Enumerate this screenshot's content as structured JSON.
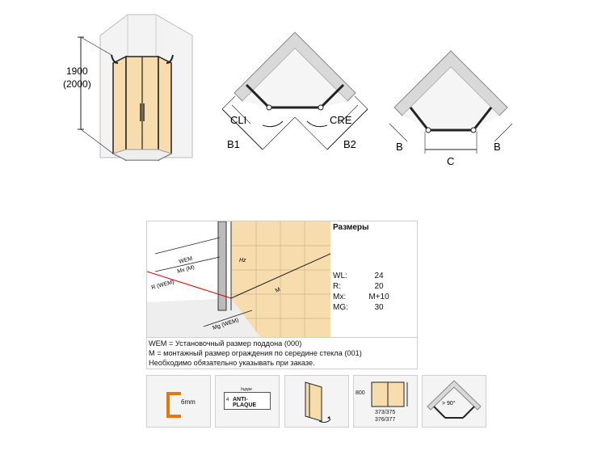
{
  "shower_figure": {
    "height_label": "1900",
    "height_alt_label": "(2000)"
  },
  "plan_left": {
    "cli_label": "CLI",
    "cre_label": "CRE",
    "b1_label": "B1",
    "b2_label": "B2"
  },
  "plan_right": {
    "b_left_label": "B",
    "b_right_label": "B",
    "c_label": "C"
  },
  "install_drawing": {
    "wem_label": "WEM",
    "mx_label": "Mx (M)",
    "r_label": "R (WEM)",
    "hz_label": "Hz",
    "m_label": "M",
    "mg_label": "Mg (WEM)"
  },
  "dimensions": {
    "title": "Размеры",
    "rows": [
      {
        "key": "WL:",
        "value": "24"
      },
      {
        "key": "R:",
        "value": "20"
      },
      {
        "key": "Mx:",
        "value": "M+10"
      },
      {
        "key": "MG:",
        "value": "30"
      }
    ]
  },
  "notes": {
    "line1": "WEM = Установочный размер поддона (000)",
    "line2": "M = монтажный размер ограждения по середине стекла (001)",
    "line3": "Необходимо обязательно указывать при заказе."
  },
  "features": {
    "glass_thickness": "6mm",
    "coating_brand": "huppe",
    "coating_label": "ANTI-PLAQUE",
    "coating_prefix": "4",
    "size_height": "800",
    "size_codes_1": "373/375",
    "size_codes_2": "376/377",
    "angle_label": "> 90°"
  },
  "colors": {
    "glass": "#f7dcae",
    "frame": "#222222",
    "wall": "#dcdcdc",
    "accent_orange": "#e07a10"
  }
}
